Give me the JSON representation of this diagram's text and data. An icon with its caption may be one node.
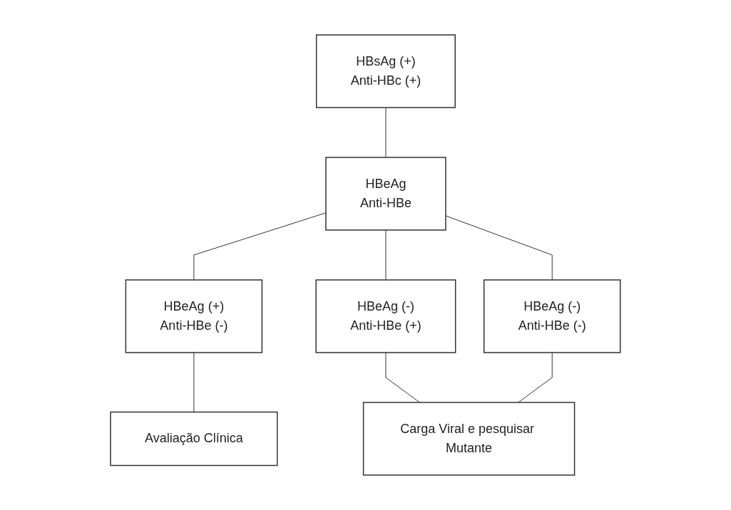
{
  "diagram": {
    "nodes": [
      {
        "text": [
          "HBsAg (+)",
          "Anti-HBc (+)"
        ]
      },
      {
        "text": [
          "HBeAg",
          "Anti-HBe"
        ]
      },
      {
        "text": [
          "HBeAg (+)",
          "Anti-HBe (-)"
        ]
      },
      {
        "text": [
          "HBeAg (-)",
          "Anti-HBe (+)"
        ]
      },
      {
        "text": [
          "HBeAg (-)",
          "Anti-HBe (-)"
        ]
      },
      {
        "text": [
          "Avaliação Clínica"
        ]
      },
      {
        "text": [
          "Carga Viral e pesquisar Mutante"
        ]
      }
    ],
    "edges": [
      {
        "from": 0,
        "to": 1,
        "arrow": "none"
      },
      {
        "from": 1,
        "to": 2,
        "arrow": "none"
      },
      {
        "from": 1,
        "to": 3,
        "arrow": "none"
      },
      {
        "from": 1,
        "to": 4,
        "arrow": "none"
      },
      {
        "from": 2,
        "to": 5,
        "arrow": "none"
      },
      {
        "from": 3,
        "to": 6,
        "arrow": "none"
      },
      {
        "from": 4,
        "to": 6,
        "arrow": "none"
      }
    ]
  }
}
